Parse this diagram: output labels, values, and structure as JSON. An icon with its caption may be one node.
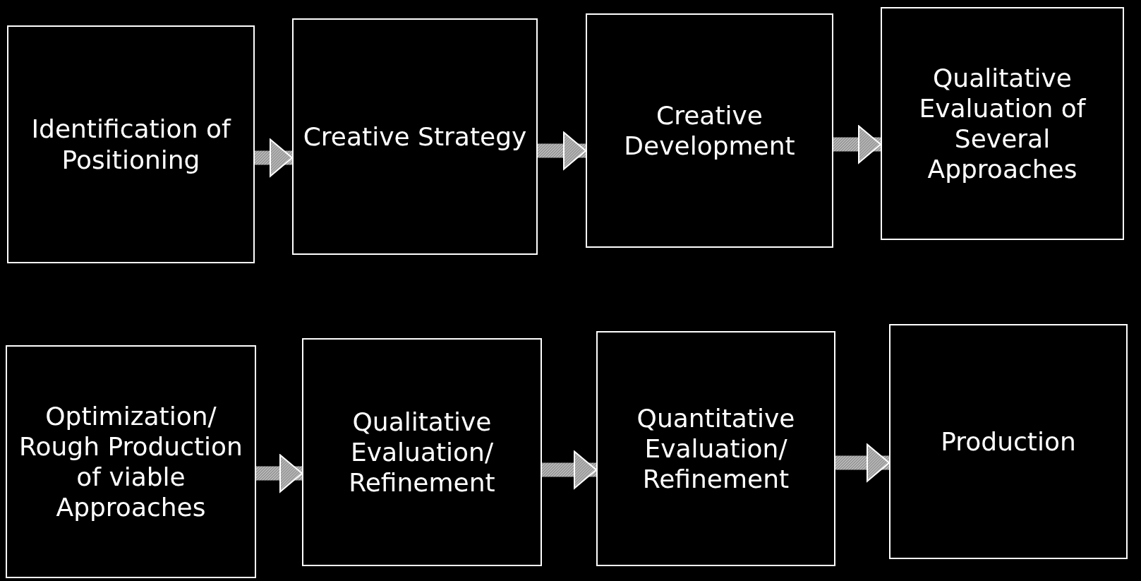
{
  "diagram": {
    "nodes": [
      {
        "text": [
          "Identification of Positioning"
        ]
      },
      {
        "text": [
          "Creative Strategy"
        ]
      },
      {
        "text": [
          "Creative Development"
        ]
      },
      {
        "text": [
          "Qualitative Evaluation of Several Approaches"
        ]
      },
      {
        "text": [
          "Optimization/ Rough Production of viable Approaches"
        ]
      },
      {
        "text": [
          "Qualitative Evaluation/ Refinement"
        ]
      },
      {
        "text": [
          "Quantitative Evaluation/ Refinement"
        ]
      },
      {
        "text": [
          "Production"
        ]
      }
    ],
    "edges": [
      {
        "from": 0,
        "to": 1,
        "arrow": "to"
      },
      {
        "from": 1,
        "to": 2,
        "arrow": "to"
      },
      {
        "from": 2,
        "to": 3,
        "arrow": "to"
      },
      {
        "from": 4,
        "to": 5,
        "arrow": "to"
      },
      {
        "from": 5,
        "to": 6,
        "arrow": "to"
      },
      {
        "from": 6,
        "to": 7,
        "arrow": "to"
      }
    ]
  }
}
